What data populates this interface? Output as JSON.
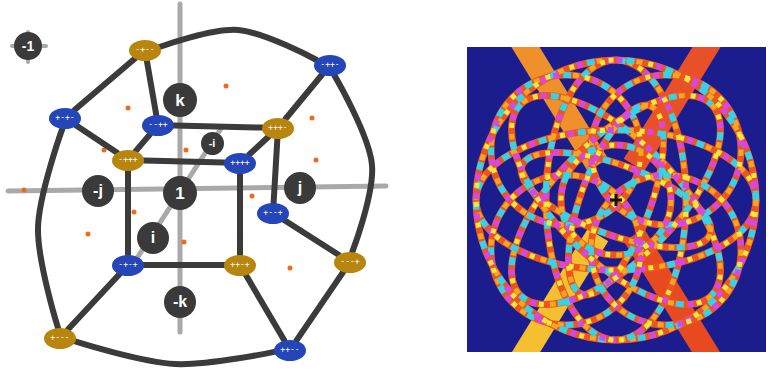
{
  "diagram": {
    "nodes": [
      {
        "text": [
          "-1"
        ]
      },
      {
        "text": [
          "-+--"
        ]
      },
      {
        "text": [
          "-++-"
        ]
      },
      {
        "text": [
          "k"
        ]
      },
      {
        "text": [
          "+-+-"
        ]
      },
      {
        "text": [
          "--++"
        ]
      },
      {
        "text": [
          "+++-"
        ]
      },
      {
        "text": [
          "-i"
        ]
      },
      {
        "text": [
          "-+++"
        ]
      },
      {
        "text": [
          "++++"
        ]
      },
      {
        "text": [
          "-j"
        ]
      },
      {
        "text": [
          "1"
        ]
      },
      {
        "text": [
          "j"
        ]
      },
      {
        "text": [
          "+--+"
        ]
      },
      {
        "text": [
          "i"
        ]
      },
      {
        "text": [
          "-+-+"
        ]
      },
      {
        "text": [
          "++-+"
        ]
      },
      {
        "text": [
          "---+"
        ]
      },
      {
        "text": [
          "-k"
        ]
      },
      {
        "text": [
          "+---"
        ]
      },
      {
        "text": [
          "++--"
        ]
      }
    ],
    "edges": [
      {
        "from": 1,
        "to": 2,
        "arrow": "none"
      },
      {
        "from": 1,
        "to": 4,
        "arrow": "none"
      },
      {
        "from": 1,
        "to": 5,
        "arrow": "none"
      },
      {
        "from": 2,
        "to": 6,
        "arrow": "none"
      },
      {
        "from": 2,
        "to": 17,
        "arrow": "none"
      },
      {
        "from": 4,
        "to": 8,
        "arrow": "none"
      },
      {
        "from": 4,
        "to": 19,
        "arrow": "none"
      },
      {
        "from": 5,
        "to": 6,
        "arrow": "none"
      },
      {
        "from": 5,
        "to": 8,
        "arrow": "none"
      },
      {
        "from": 6,
        "to": 9,
        "arrow": "none"
      },
      {
        "from": 6,
        "to": 13,
        "arrow": "none"
      },
      {
        "from": 8,
        "to": 9,
        "arrow": "none"
      },
      {
        "from": 8,
        "to": 15,
        "arrow": "none"
      },
      {
        "from": 9,
        "to": 16,
        "arrow": "none"
      },
      {
        "from": 13,
        "to": 17,
        "arrow": "none"
      },
      {
        "from": 15,
        "to": 16,
        "arrow": "none"
      },
      {
        "from": 15,
        "to": 19,
        "arrow": "none"
      },
      {
        "from": 16,
        "to": 20,
        "arrow": "none"
      },
      {
        "from": 17,
        "to": 20,
        "arrow": "none"
      },
      {
        "from": 19,
        "to": 20,
        "arrow": "none"
      }
    ]
  }
}
